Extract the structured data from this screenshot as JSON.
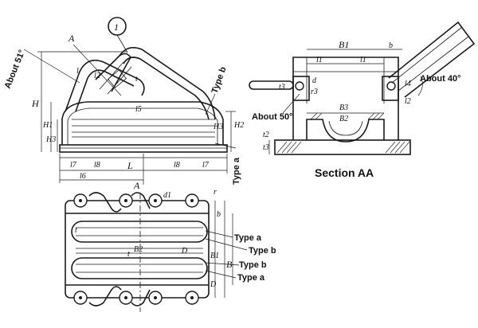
{
  "labels": {
    "circle_marker": "1",
    "section_arrow_a": "A",
    "about_51": "About 51°",
    "type_b_top": "Type b",
    "type_a_side": "Type a",
    "dim_H": "H",
    "dim_H1": "H1",
    "dim_H2": "H2",
    "dim_H3": "H3",
    "dim_L": "L",
    "dim_l": "l",
    "dim_l2": "l2",
    "dim_l5": "l5",
    "dim_l6": "l6",
    "dim_l7": "l7",
    "dim_l8": "l8",
    "dim_t": "t",
    "dim_B1": "B1",
    "dim_b": "b",
    "dim_l1": "l1",
    "dim_d": "d",
    "dim_r3": "r3",
    "dim_B3": "B3",
    "dim_l4": "l4",
    "dim_t2": "t2",
    "dim_t3": "t3",
    "about_40": "About 40°",
    "about_50": "About 50°",
    "section_title": "Section AA",
    "dim_d1": "d1",
    "dim_B": "B",
    "dim_B2": "B2",
    "dim_D": "D",
    "dim_r": "r"
  },
  "callouts": {
    "plan_type_a_1": "Type a",
    "plan_type_b_1": "Type b",
    "plan_type_b_2": "Type b",
    "plan_type_a_2": "Type a"
  }
}
